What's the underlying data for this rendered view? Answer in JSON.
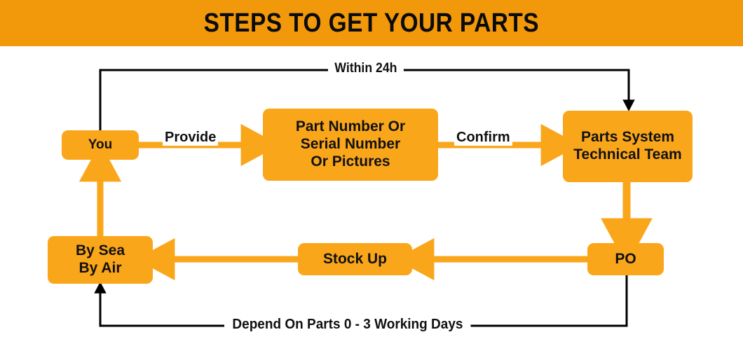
{
  "header": {
    "title": "STEPS TO GET YOUR PARTS",
    "background_color": "#F2990B",
    "text_color": "#0B0B0B"
  },
  "theme": {
    "node_fill": "#FAA61A",
    "arrow_orange": "#FAA61A",
    "arrow_black": "#000000",
    "page_background": "#FFFFFF"
  },
  "diagram": {
    "type": "flowchart",
    "nodes": [
      {
        "id": "you",
        "label": "You",
        "lines": [
          "You"
        ]
      },
      {
        "id": "part-number",
        "label": "Part Number Or Serial Number Or Pictures",
        "lines": [
          "Part Number Or",
          "Serial Number",
          "Or Pictures"
        ]
      },
      {
        "id": "parts-system",
        "label": "Parts System Technical Team",
        "lines": [
          "Parts System",
          "Technical Team"
        ]
      },
      {
        "id": "po",
        "label": "PO",
        "lines": [
          "PO"
        ]
      },
      {
        "id": "stock-up",
        "label": "Stock Up",
        "lines": [
          "Stock Up"
        ]
      },
      {
        "id": "shipping",
        "label": "By Sea By Air",
        "lines": [
          "By Sea",
          "By Air"
        ]
      }
    ],
    "edges": [
      {
        "from": "you",
        "to": "part-number",
        "label": "Provide",
        "color": "#FAA61A"
      },
      {
        "from": "part-number",
        "to": "parts-system",
        "label": "Confirm",
        "color": "#FAA61A"
      },
      {
        "from": "you",
        "to": "parts-system",
        "label": "Within 24h",
        "color": "#000000"
      },
      {
        "from": "parts-system",
        "to": "po",
        "label": "",
        "color": "#FAA61A"
      },
      {
        "from": "po",
        "to": "stock-up",
        "label": "",
        "color": "#FAA61A"
      },
      {
        "from": "stock-up",
        "to": "shipping",
        "label": "",
        "color": "#FAA61A"
      },
      {
        "from": "shipping",
        "to": "you",
        "label": "",
        "color": "#FAA61A"
      },
      {
        "from": "po",
        "to": "shipping",
        "label": "Depend On Parts  0 - 3  Working Days",
        "color": "#000000"
      }
    ],
    "labels": {
      "provide": "Provide",
      "confirm": "Confirm",
      "within_24h": "Within 24h",
      "depend_on_parts": "Depend On Parts  0 - 3  Working Days"
    },
    "node_text": {
      "you": "You",
      "part_number_line1": "Part Number Or",
      "part_number_line2": "Serial Number",
      "part_number_line3": "Or Pictures",
      "parts_system_line1": "Parts System",
      "parts_system_line2": "Technical Team",
      "po": "PO",
      "stock_up": "Stock Up",
      "shipping_line1": "By Sea",
      "shipping_line2": "By Air"
    }
  }
}
